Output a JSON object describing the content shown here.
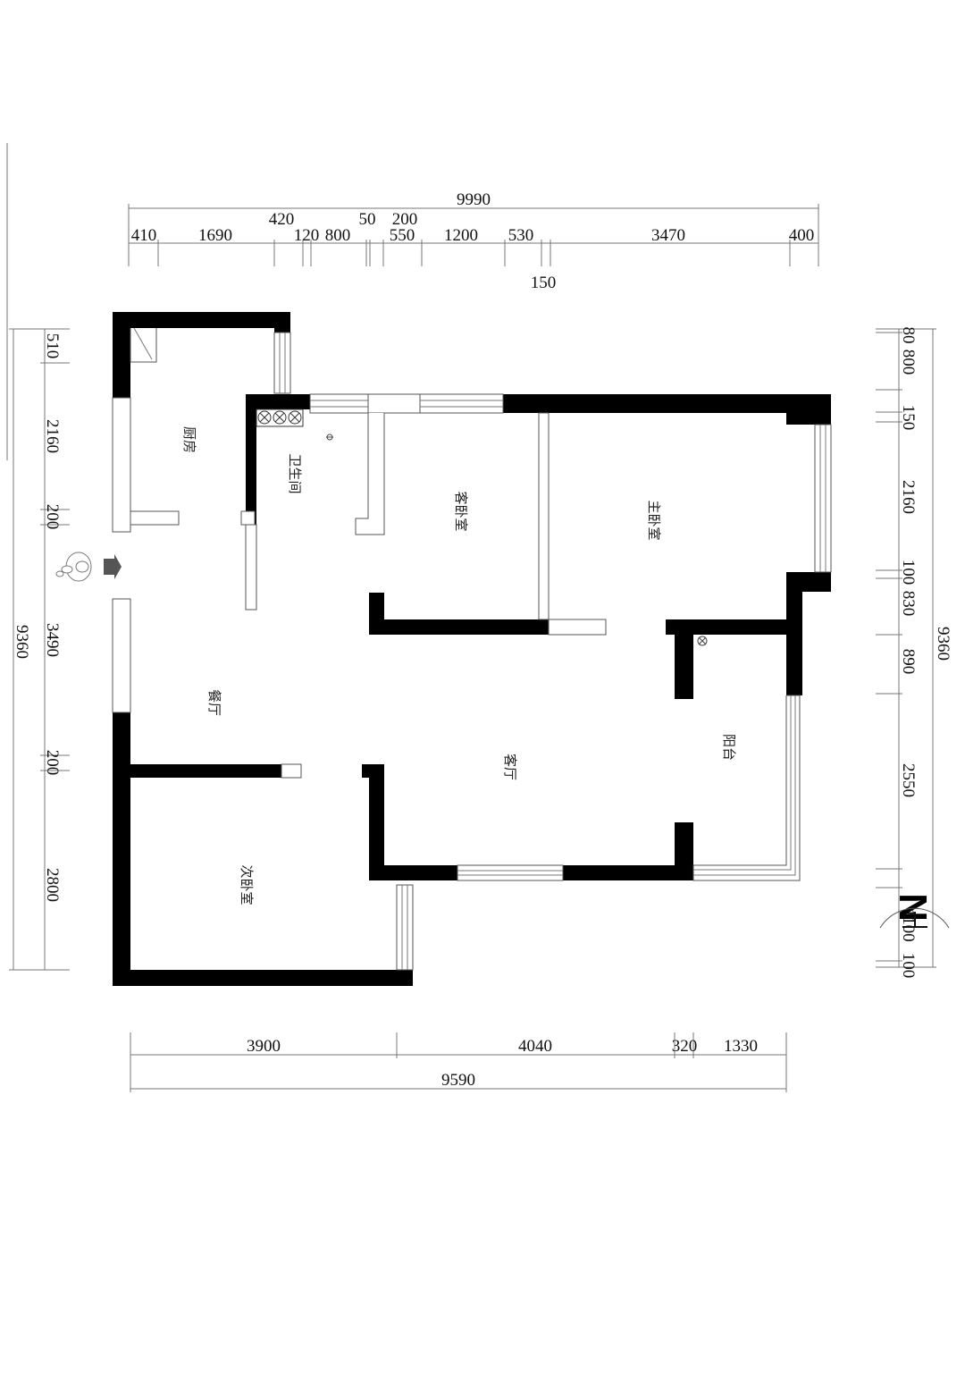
{
  "rooms": {
    "kitchen": "厨房",
    "bathroom": "卫生间",
    "guest_bedroom": "客卧室",
    "master_bedroom": "主卧室",
    "dining": "餐厅",
    "living": "客厅",
    "balcony": "阳台",
    "second_bedroom": "次卧室"
  },
  "dims_top": {
    "total": "9990",
    "chain": [
      "410",
      "1690",
      "420",
      "120",
      "800",
      "50",
      "200",
      "550",
      "1200",
      "530",
      "3470",
      "400"
    ],
    "extra": "150"
  },
  "dims_left": {
    "total": "9360",
    "chain": [
      "510",
      "2160",
      "200",
      "3490",
      "200",
      "2800"
    ]
  },
  "dims_right": {
    "total": "9360",
    "chain": [
      "80",
      "800",
      "150",
      "2160",
      "100",
      "830",
      "890",
      "2550",
      "1100",
      "100"
    ]
  },
  "dims_bottom": {
    "total": "9590",
    "chain": [
      "3900",
      "4040",
      "320",
      "1330"
    ]
  },
  "compass": {
    "label": "N"
  }
}
